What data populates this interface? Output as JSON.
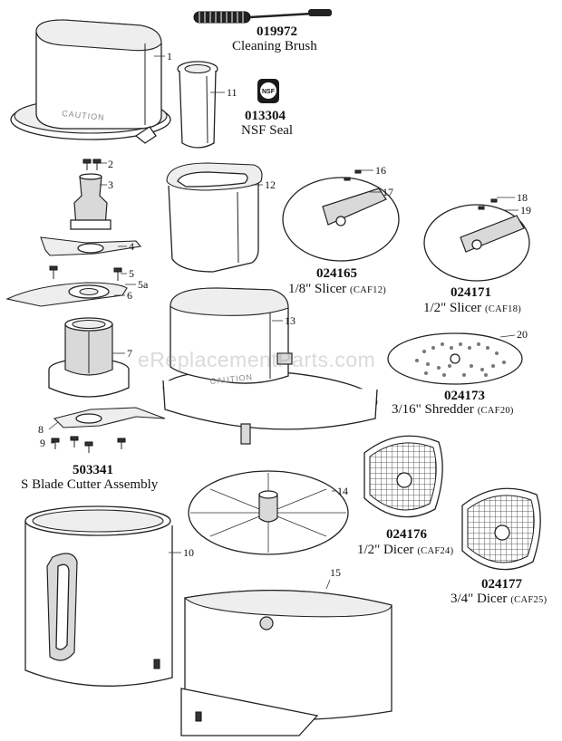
{
  "parts": [
    {
      "number": "019972",
      "description": "Cleaning Brush",
      "code": ""
    },
    {
      "number": "013304",
      "description": "NSF Seal",
      "code": ""
    },
    {
      "number": "024165",
      "description": "1/8\" Slicer",
      "code": "(CAF12)"
    },
    {
      "number": "024171",
      "description": "1/2\" Slicer",
      "code": "(CAF18)"
    },
    {
      "number": "024173",
      "description": "3/16\" Shredder",
      "code": "(CAF20)"
    },
    {
      "number": "503341",
      "description": "S Blade Cutter Assembly",
      "code": ""
    },
    {
      "number": "024176",
      "description": "1/2\" Dicer",
      "code": "(CAF24)"
    },
    {
      "number": "024177",
      "description": "3/4\" Dicer",
      "code": "(CAF25)"
    }
  ],
  "callouts": [
    "1",
    "2",
    "3",
    "4",
    "5",
    "5a",
    "6",
    "7",
    "8",
    "9",
    "10",
    "11",
    "12",
    "13",
    "14",
    "15",
    "16",
    "17",
    "18",
    "19",
    "20"
  ],
  "lid_label": "CAUTION",
  "seal_label": "NSF",
  "watermark": "eReplacementParts.com"
}
